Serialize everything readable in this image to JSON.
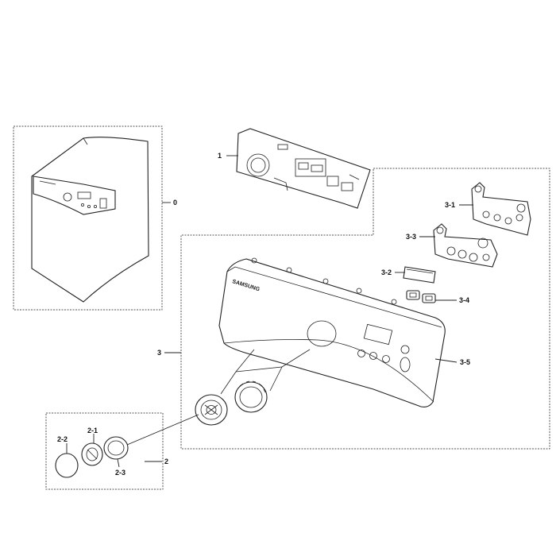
{
  "labels": {
    "l0": "0",
    "l1": "1",
    "l2": "2",
    "l2_1": "2-1",
    "l2_2": "2-2",
    "l2_3": "2-3",
    "l3": "3",
    "l3_1": "3-1",
    "l3_2": "3-2",
    "l3_3": "3-3",
    "l3_4": "3-4",
    "l3_5": "3-5"
  },
  "brand_text": "SAMSUNG",
  "colors": {
    "line": "#222222",
    "frame": "#555555",
    "background": "#ffffff"
  }
}
